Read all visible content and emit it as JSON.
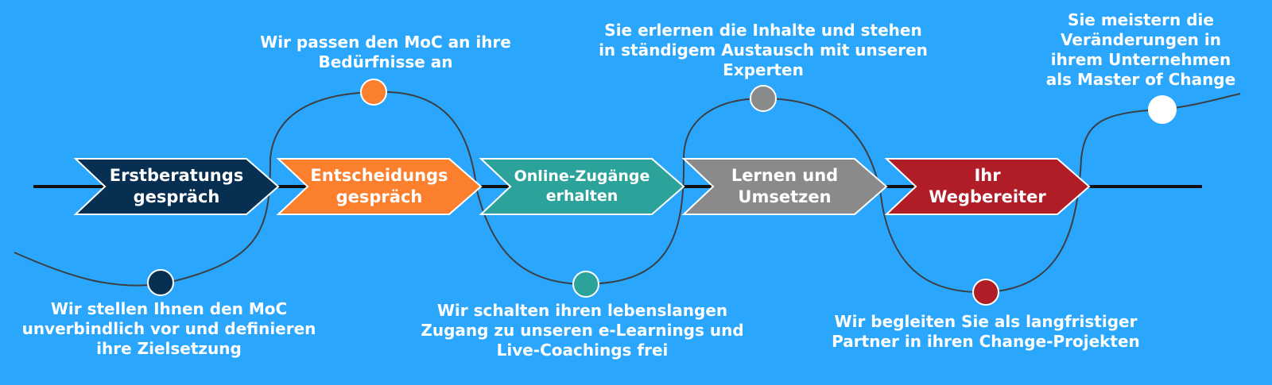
{
  "colors": {
    "background": "#2aa7fc",
    "timeline": "#111111",
    "curve": "#3b3f44",
    "step_navy": "#062f52",
    "step_orange": "#fb7f2c",
    "step_teal": "#2ba39b",
    "step_gray": "#8a8a8a",
    "step_red": "#b11d27",
    "end_dot": "#ffffff"
  },
  "steps": [
    {
      "line1": "Erstberatungs",
      "line2": "gespräch",
      "color": "#062f52"
    },
    {
      "line1": "Entscheidungs",
      "line2": "gespräch",
      "color": "#fb7f2c"
    },
    {
      "line1": "Online-Zugänge",
      "line2": "erhalten",
      "color": "#2ba39b"
    },
    {
      "line1": "Lernen und",
      "line2": "Umsetzen",
      "color": "#8a8a8a"
    },
    {
      "line1": "Ihr",
      "line2": "Wegbereiter",
      "color": "#b11d27"
    }
  ],
  "captions": {
    "c1": "Wir stellen Ihnen den MoC\nunverbindlich vor und definieren\nihre Zielsetzung",
    "c2": "Wir passen den MoC an ihre\nBedürfnisse an",
    "c3": "Wir schalten ihren lebenslangen\nZugang zu unseren e-Learnings und\nLive-Coachings frei",
    "c4": "Sie erlernen die Inhalte und stehen\nin ständigem Austausch mit unseren\nExperten",
    "c5": "Wir begleiten Sie als langfristiger\nPartner in ihren Change-Projekten",
    "c6": "Sie meistern die\nVeränderungen in\nihrem Unternehmen\nals Master of Change"
  }
}
